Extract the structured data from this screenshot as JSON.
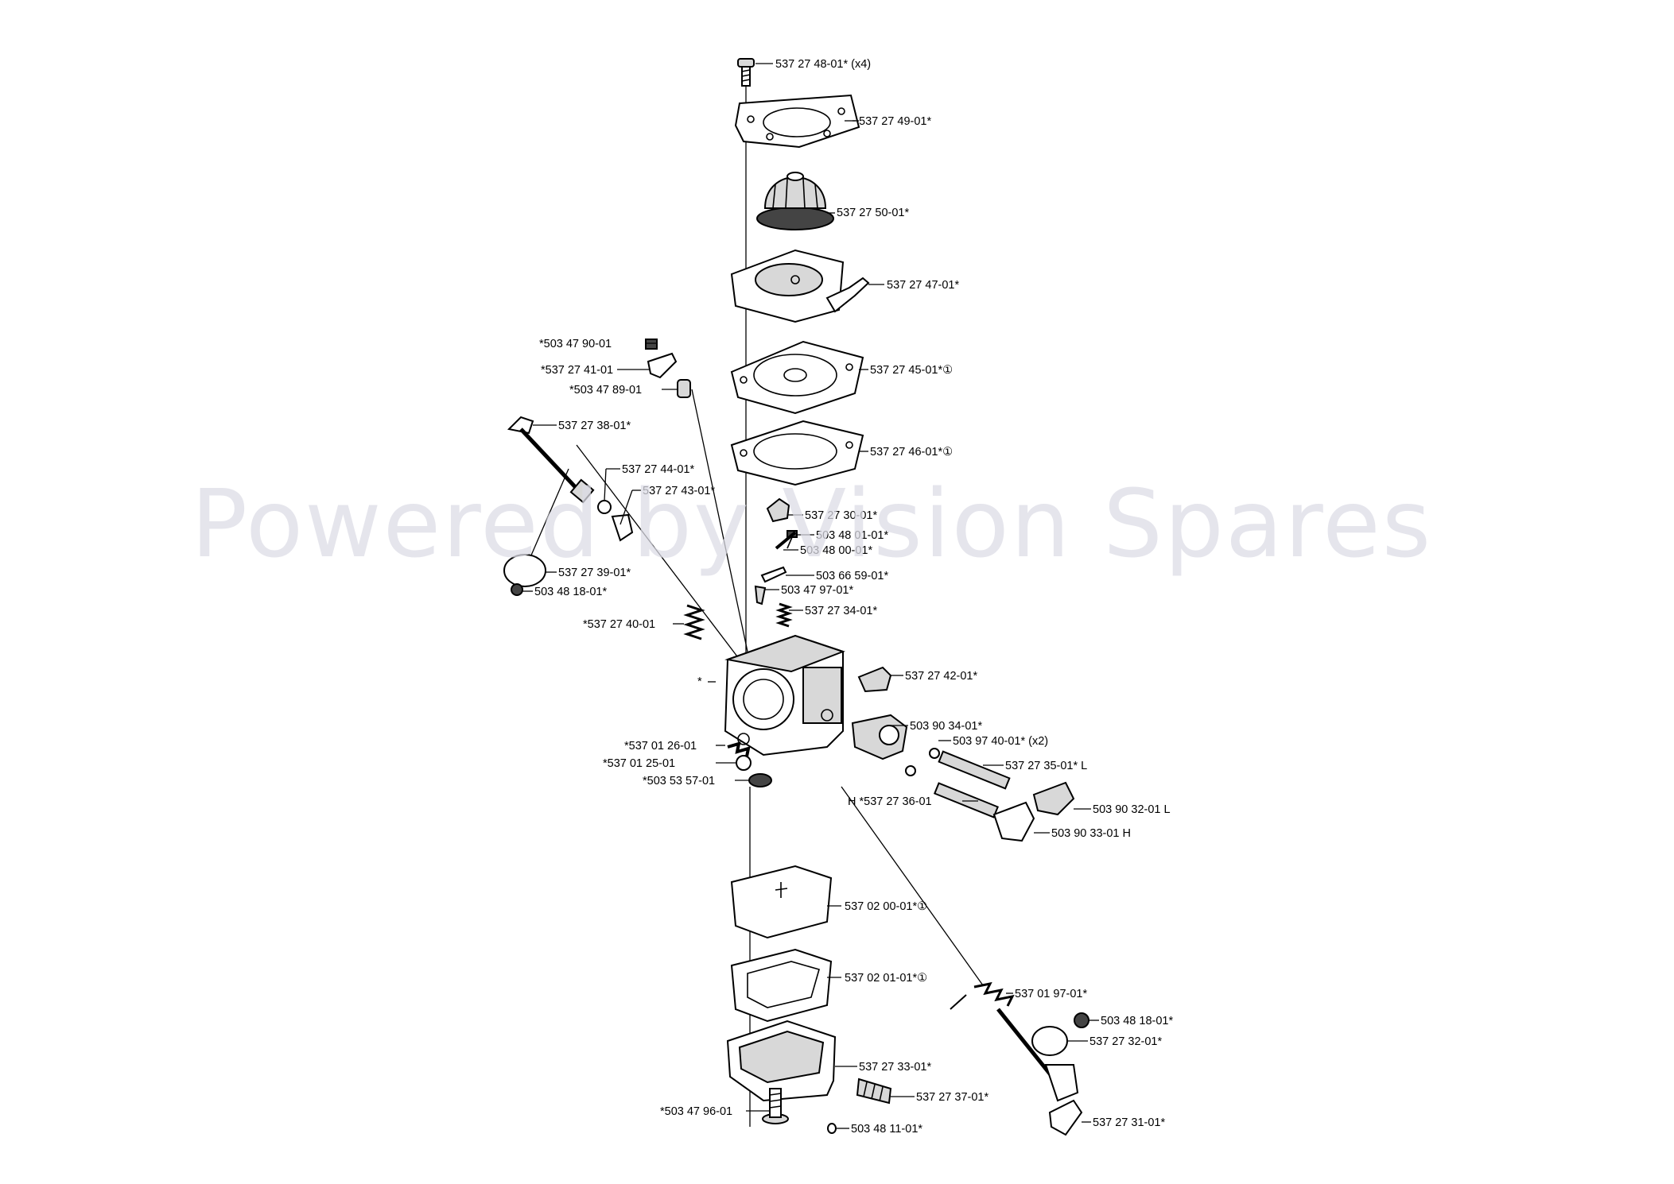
{
  "watermark": "Powered by Vision Spares",
  "callouts": [
    {
      "text": "537 27 48-01* (x4)"
    },
    {
      "text": "537 27 49-01*"
    },
    {
      "text": "537 27 50-01*"
    },
    {
      "text": "537 27 47-01*"
    },
    {
      "text": "537 27 45-01*①"
    },
    {
      "text": "537 27 46-01*①"
    },
    {
      "text": "537 27 30-01*"
    },
    {
      "text": "503 48 01-01*"
    },
    {
      "text": "503 48 00-01*"
    },
    {
      "text": "503 66 59-01*"
    },
    {
      "text": "503 47 97-01*"
    },
    {
      "text": "537 27 34-01*"
    },
    {
      "text": "537 27 42-01*"
    },
    {
      "text": "503 90 34-01*"
    },
    {
      "text": "503 97 40-01* (x2)"
    },
    {
      "text": "537 27 35-01* L"
    },
    {
      "text": "503 90 32-01 L"
    },
    {
      "text": "H *537 27 36-01"
    },
    {
      "text": "503 90 33-01 H"
    },
    {
      "text": "*503 47 90-01"
    },
    {
      "text": "*537 27 41-01"
    },
    {
      "text": "*503 47 89-01"
    },
    {
      "text": "537 27 38-01*"
    },
    {
      "text": "537 27 44-01*"
    },
    {
      "text": "537 27 43-01*"
    },
    {
      "text": "537 27 39-01*"
    },
    {
      "text": "503 48 18-01*"
    },
    {
      "text": "*537 27 40-01"
    },
    {
      "text": "*"
    },
    {
      "text": "*537 01 26-01"
    },
    {
      "text": "*537 01 25-01"
    },
    {
      "text": "*503 53 57-01"
    },
    {
      "text": "537 02 00-01*①"
    },
    {
      "text": "537 02 01-01*①"
    },
    {
      "text": "537 01 97-01*"
    },
    {
      "text": "503 48 18-01*"
    },
    {
      "text": "537 27 32-01*"
    },
    {
      "text": "537 27 33-01*"
    },
    {
      "text": "537 27 31-01*"
    },
    {
      "text": "537 27 37-01*"
    },
    {
      "text": "*503 47 96-01"
    },
    {
      "text": "503 48 11-01*"
    }
  ]
}
